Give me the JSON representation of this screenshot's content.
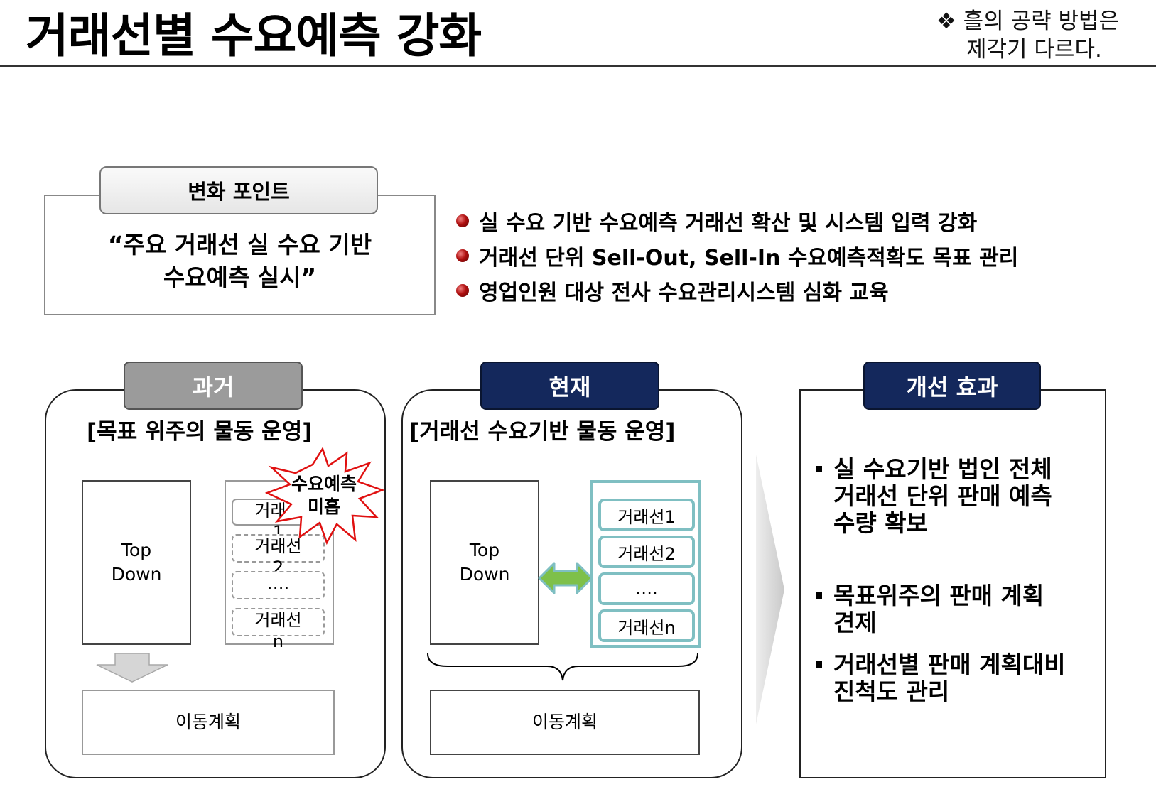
{
  "header": {
    "title": "거래선별 수요예측 강화",
    "note_symbol": "❖",
    "note_line1": "흘의 공략 방법은",
    "note_line2": "제각기 다르다."
  },
  "change_point": {
    "tab_label": "변화 포인트",
    "quote_line1": "“주요 거래선 실 수요 기반",
    "quote_line2": "수요예측 실시”"
  },
  "bullets": [
    "실 수요 기반 수요예측 거래선 확산 및 시스템 입력 강화",
    "거래선 단위 Sell-Out, Sell-In 수요예측적확도 목표 관리",
    "영업인원 대상 전사 수요관리시스템 심화 교육"
  ],
  "past": {
    "tab": "과거",
    "subtitle": "[목표 위주의 물동 운영]",
    "top_down": "Top\nDown",
    "items": [
      "거래선\n1",
      "거래선\n2",
      "….",
      "거래선\nn"
    ],
    "burst_line1": "수요예측",
    "burst_line2": "미흡",
    "bottom": "이동계획"
  },
  "now": {
    "tab": "현재",
    "subtitle": "[거래선 수요기반 물동 운영]",
    "top_down": "Top\nDown",
    "items": [
      "거래선1",
      "거래선2",
      "….",
      "거래선n"
    ],
    "bottom": "이동계획"
  },
  "effect": {
    "tab": "개선 효과",
    "items": [
      "실 수요기반 법인 전체 거래선 단위 판매 예측 수량 확보",
      "목표위주의 판매 계획 견제",
      "거래선별 판매 계획대비 진척도 관리"
    ]
  },
  "colors": {
    "navy": "#14285c",
    "gray_tab": "#9b9b9b",
    "teal": "#7fbfc2",
    "burst_red": "#e01010",
    "arrow_green": "#7ec04a"
  },
  "icons": {
    "bullet": "red-sphere-bullet",
    "burst": "red-starburst",
    "double_arrow": "green-double-arrow",
    "down_arrow": "gray-down-arrow",
    "chevron": "gray-chevron"
  }
}
